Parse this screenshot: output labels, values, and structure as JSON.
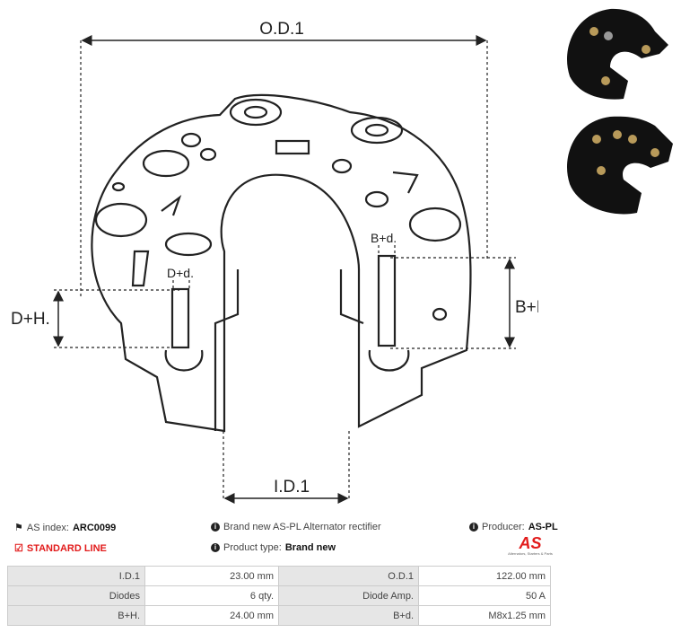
{
  "diagram": {
    "labels": {
      "od1": "O.D.1",
      "id1": "I.D.1",
      "dh": "D+H.",
      "dd": "D+d.",
      "bh": "B+H.",
      "bd": "B+d."
    }
  },
  "info": {
    "as_index_label": "AS index:",
    "as_index_value": "ARC0099",
    "standard_line": "STANDARD LINE",
    "description": "Brand new AS-PL Alternator rectifier",
    "product_type_label": "Product type:",
    "product_type_value": "Brand new",
    "producer_label": "Producer:",
    "producer_value": "AS-PL",
    "logo_text": "AS",
    "logo_tagline": "Alternators, Starters & Parts"
  },
  "specs": {
    "rows": [
      {
        "k1": "I.D.1",
        "v1": "23.00 mm",
        "k2": "O.D.1",
        "v2": "122.00 mm"
      },
      {
        "k1": "Diodes",
        "v1": "6 qty.",
        "k2": "Diode Amp.",
        "v2": "50 A"
      },
      {
        "k1": "B+H.",
        "v1": "24.00 mm",
        "k2": "B+d.",
        "v2": "M8x1.25 mm"
      }
    ]
  },
  "colors": {
    "accent": "#e21b1b",
    "table_key_bg": "#e6e6e6"
  }
}
